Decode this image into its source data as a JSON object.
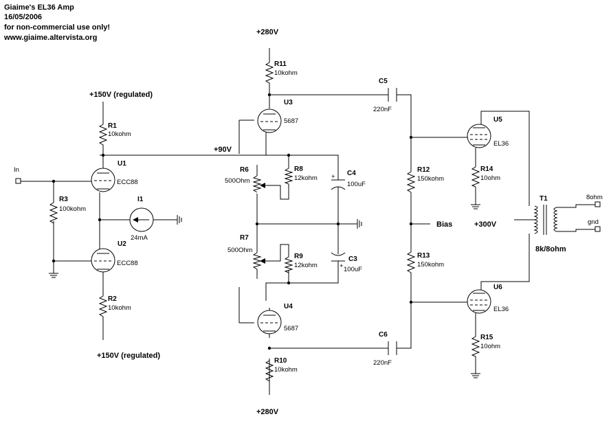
{
  "header": {
    "line1": "Giaime's EL36 Amp",
    "line2": "16/05/2006",
    "line3": "for non-commercial use only!",
    "line4": "www.giaime.altervista.org"
  },
  "rails": {
    "top_280": "+280V",
    "bottom_280": "+280V",
    "top_150": "+150V (regulated)",
    "bottom_150": "+150V (regulated)",
    "v90": "+90V",
    "v300": "+300V"
  },
  "ports": {
    "input": "In",
    "bias": "Bias",
    "out_8ohm": "8ohm",
    "out_gnd": "gnd"
  },
  "resistors": {
    "r1": {
      "ref": "R1",
      "value": "10kohm"
    },
    "r2": {
      "ref": "R2",
      "value": "10kohm"
    },
    "r3": {
      "ref": "R3",
      "value": "100kohm"
    },
    "r6": {
      "ref": "R6",
      "value": "500Ohm"
    },
    "r7": {
      "ref": "R7",
      "value": "500Ohm"
    },
    "r8": {
      "ref": "R8",
      "value": "12kohm"
    },
    "r9": {
      "ref": "R9",
      "value": "12kohm"
    },
    "r10": {
      "ref": "R10",
      "value": "10kohm"
    },
    "r11": {
      "ref": "R11",
      "value": "10kohm"
    },
    "r12": {
      "ref": "R12",
      "value": "150kohm"
    },
    "r13": {
      "ref": "R13",
      "value": "150kohm"
    },
    "r14": {
      "ref": "R14",
      "value": "10ohm"
    },
    "r15": {
      "ref": "R15",
      "value": "10ohm"
    }
  },
  "capacitors": {
    "c3": {
      "ref": "C3",
      "value": "100uF"
    },
    "c4": {
      "ref": "C4",
      "value": "100uF"
    },
    "c5": {
      "ref": "C5",
      "value": "220nF"
    },
    "c6": {
      "ref": "C6",
      "value": "220nF"
    }
  },
  "tubes": {
    "u1": {
      "ref": "U1",
      "type": "ECC88"
    },
    "u2": {
      "ref": "U2",
      "type": "ECC88"
    },
    "u3": {
      "ref": "U3",
      "type": "5687"
    },
    "u4": {
      "ref": "U4",
      "type": "5687"
    },
    "u5": {
      "ref": "U5",
      "type": "EL36"
    },
    "u6": {
      "ref": "U6",
      "type": "EL36"
    }
  },
  "source": {
    "ref": "I1",
    "value": "24mA"
  },
  "transformer": {
    "ref": "T1",
    "ratio": "8k/8ohm"
  }
}
